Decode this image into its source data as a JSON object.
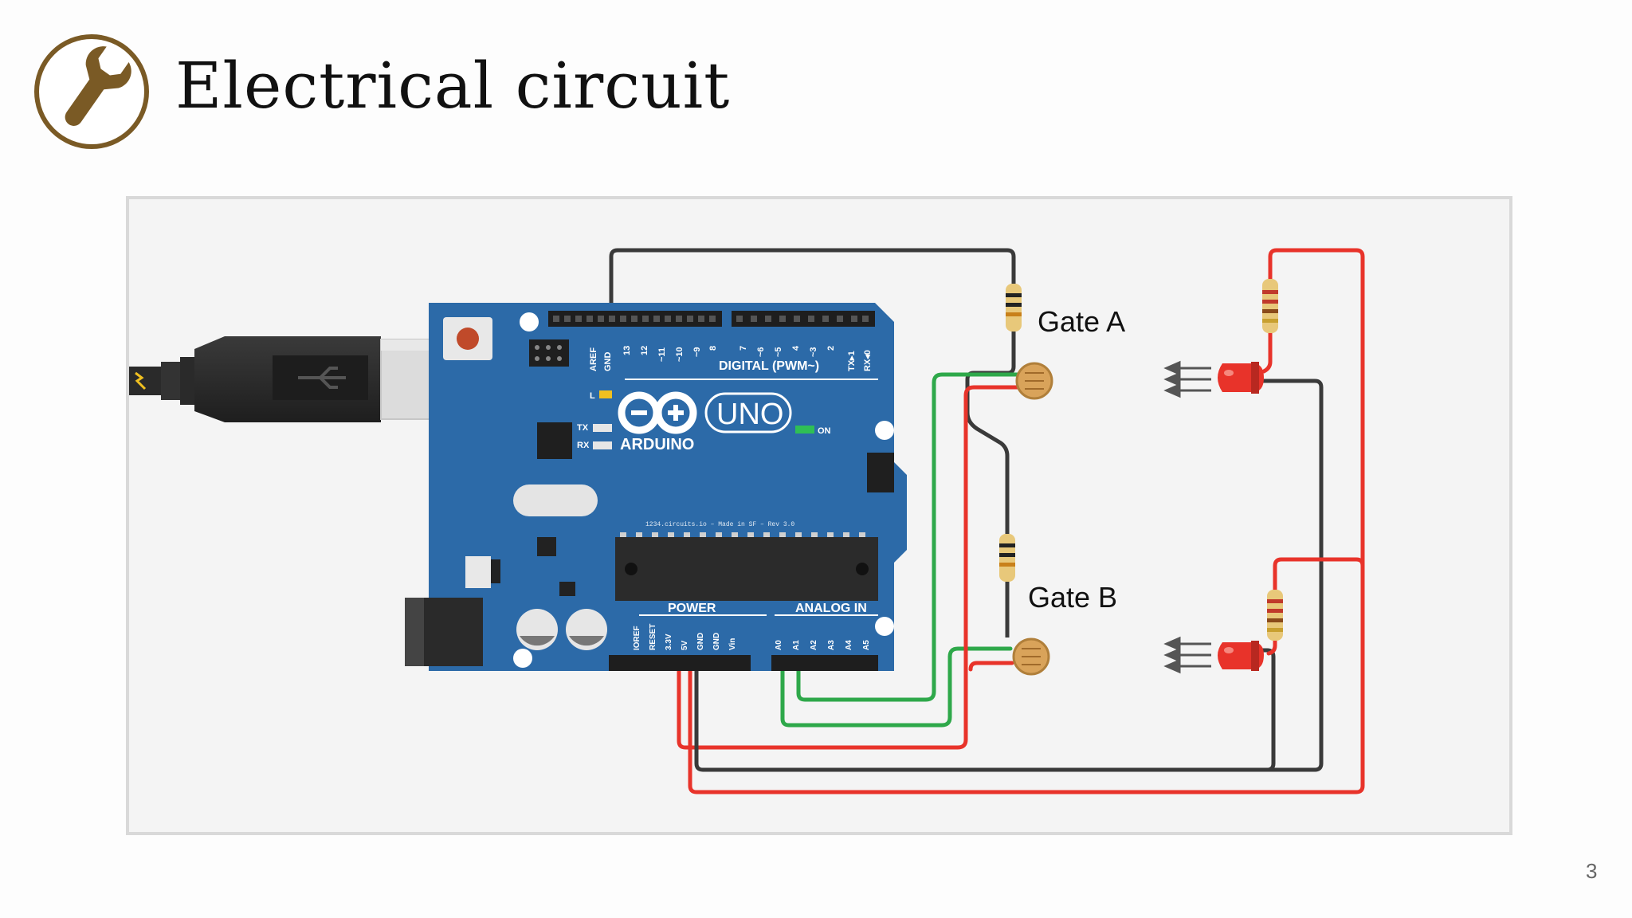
{
  "slide": {
    "title": "Electrical circuit",
    "page_number": "3"
  },
  "circuit": {
    "gate_a_label": "Gate A",
    "gate_b_label": "Gate B",
    "board": {
      "brand": "ARDUINO",
      "model": "UNO",
      "digital_header": "DIGITAL (PWM~)",
      "power_header": "POWER",
      "analog_header": "ANALOG IN",
      "digital_pins": [
        "AREF",
        "GND",
        "13",
        "12",
        "~11",
        "~10",
        "~9",
        "8",
        "7",
        "~6",
        "~5",
        "4",
        "~3",
        "2",
        "TX▸1",
        "RX◂0"
      ],
      "power_pins": [
        "IOREF",
        "RESET",
        "3.3V",
        "5V",
        "GND",
        "GND",
        "Vin"
      ],
      "analog_pins": [
        "A0",
        "A1",
        "A2",
        "A3",
        "A4",
        "A5"
      ],
      "tx_label": "TX",
      "rx_label": "RX",
      "l_label": "L",
      "on_label": "ON",
      "chip_text": "1234.circuits.io – Made in SF – Rev 3.0"
    },
    "colors": {
      "board": "#2c6aa8",
      "wire_black": "#3a3a3a",
      "wire_red": "#e8332a",
      "wire_green": "#2ea84a",
      "ldr": "#d9a35a",
      "led": "#e8332a",
      "wrench_ring": "#7a5a25"
    }
  }
}
